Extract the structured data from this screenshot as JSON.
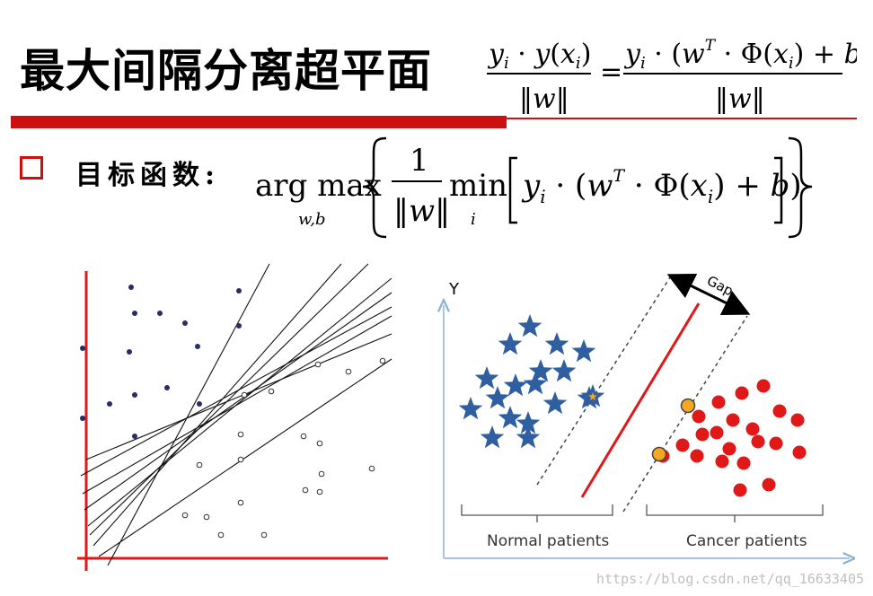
{
  "title": "最大间隔分离超平面",
  "formula_header": {
    "lhs_num": "y_i · y(x_i)",
    "lhs_den": "‖w‖",
    "equals": "=",
    "rhs_num": "y_i · (w^T · Φ(x_i) + b)",
    "rhs_den": "‖w‖"
  },
  "objective": {
    "label": "目标函数:",
    "argmax": "arg max",
    "argmax_sub": "w,b",
    "frac_num": "1",
    "frac_den": "‖w‖",
    "min": "min",
    "min_sub": "i",
    "body": "y_i · (w^T · Φ(x_i) + b)"
  },
  "right_figure": {
    "y_axis": "Y",
    "gap_label": "Gap",
    "group_left": "Normal patients",
    "group_right": "Cancer patients"
  },
  "colors": {
    "accent_red": "#cc1010",
    "star_blue": "#2f5fa0",
    "dot_red": "#e01818",
    "support_orange": "#f5a623",
    "axis_blue": "#8eb1d8",
    "point_navy": "#2b2a6b"
  },
  "watermark": "https://blog.csdn.net/qq_16633405"
}
